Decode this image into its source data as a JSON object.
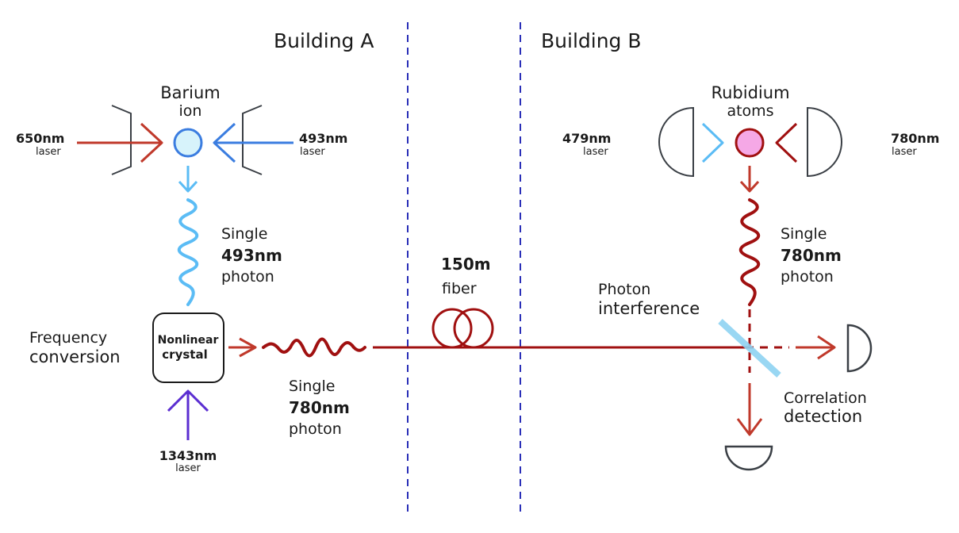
{
  "buildings": {
    "a": "Building A",
    "b": "Building B"
  },
  "barium": {
    "line1": "Barium",
    "line2": "ion"
  },
  "rubidium": {
    "line1": "Rubidium",
    "line2": "atoms"
  },
  "lasers": {
    "l650": {
      "wavelength": "650nm",
      "label": "laser"
    },
    "l493": {
      "wavelength": "493nm",
      "label": "laser"
    },
    "l479": {
      "wavelength": "479nm",
      "label": "laser"
    },
    "l780": {
      "wavelength": "780nm",
      "label": "laser"
    },
    "l1343": {
      "wavelength": "1343nm",
      "label": "laser"
    }
  },
  "photon_493": {
    "line1": "Single",
    "line2": "493nm",
    "line3": "photon"
  },
  "photon_780_a": {
    "line1": "Single",
    "line2": "780nm",
    "line3": "photon"
  },
  "photon_780_b": {
    "line1": "Single",
    "line2": "780nm",
    "line3": "photon"
  },
  "freq_conversion": {
    "line1": "Frequency",
    "line2": "conversion"
  },
  "crystal": {
    "line1": "Nonlinear",
    "line2": "crystal"
  },
  "fiber": {
    "length": "150m",
    "label": "fiber"
  },
  "interference": {
    "line1": "Photon",
    "line2": "interference"
  },
  "correlation": {
    "line1": "Correlation",
    "line2": "detection"
  },
  "colors": {
    "red": "#c0392b",
    "dark_red": "#a01010",
    "blue": "#3b7de0",
    "light_blue": "#5bbcf5",
    "purple": "#5b2ed1",
    "ion_fill": "#d7f3fb",
    "atom_fill": "#f5a8e6",
    "divider": "#2a2fb8",
    "outline": "#3a3f45"
  }
}
